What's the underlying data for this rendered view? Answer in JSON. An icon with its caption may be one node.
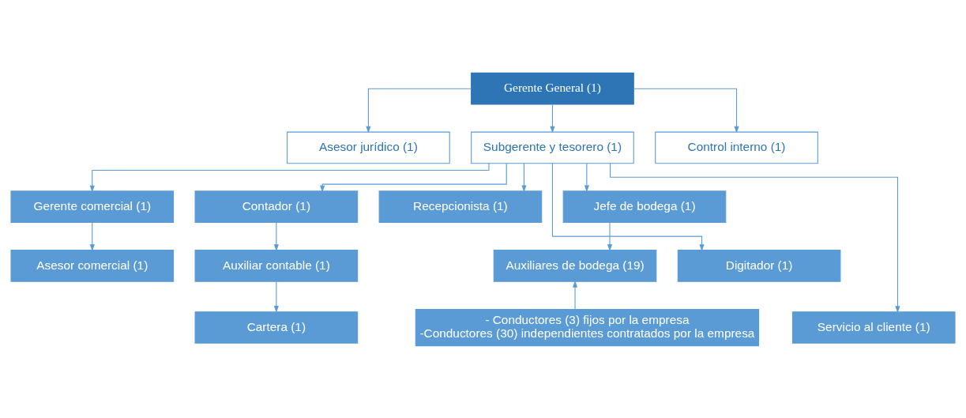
{
  "diagram": {
    "nodes": [
      {
        "text": [
          "Gerente General (1)"
        ]
      },
      {
        "text": [
          "Asesor jurídico (1)"
        ]
      },
      {
        "text": [
          "Subgerente y tesorero (1)"
        ]
      },
      {
        "text": [
          "Control interno (1)"
        ]
      },
      {
        "text": [
          "Gerente comercial (1)"
        ]
      },
      {
        "text": [
          "Contador (1)"
        ]
      },
      {
        "text": [
          "Recepcionista (1)"
        ]
      },
      {
        "text": [
          "Jefe de bodega (1)"
        ]
      },
      {
        "text": [
          "Asesor comercial (1)"
        ]
      },
      {
        "text": [
          "Auxiliar contable (1)"
        ]
      },
      {
        "text": [
          "Digitador (1)"
        ]
      },
      {
        "text": [
          "Auxiliares de bodega (19)"
        ]
      },
      {
        "text": [
          "Cartera (1)"
        ]
      },
      {
        "text": [
          "Servicio al cliente (1)"
        ]
      },
      {
        "text": [
          "- Conductores (3) fijos por la empresa",
          "-Conductores (30) independientes contratados por la empresa"
        ]
      }
    ],
    "edges": [
      {
        "from": 0,
        "to": 1,
        "arrow": "to"
      },
      {
        "from": 0,
        "to": 2,
        "arrow": "to"
      },
      {
        "from": 0,
        "to": 3,
        "arrow": "to"
      },
      {
        "from": 2,
        "to": 4,
        "arrow": "to"
      },
      {
        "from": 2,
        "to": 5,
        "arrow": "to"
      },
      {
        "from": 2,
        "to": 6,
        "arrow": "to"
      },
      {
        "from": 2,
        "to": 7,
        "arrow": "to"
      },
      {
        "from": 2,
        "to": 10,
        "arrow": "to"
      },
      {
        "from": 2,
        "to": 13,
        "arrow": "to"
      },
      {
        "from": 4,
        "to": 8,
        "arrow": "to"
      },
      {
        "from": 5,
        "to": 9,
        "arrow": "to"
      },
      {
        "from": 9,
        "to": 12,
        "arrow": "to"
      },
      {
        "from": 7,
        "to": 11,
        "arrow": "to"
      },
      {
        "from": 14,
        "to": 11,
        "arrow": "to"
      }
    ]
  }
}
